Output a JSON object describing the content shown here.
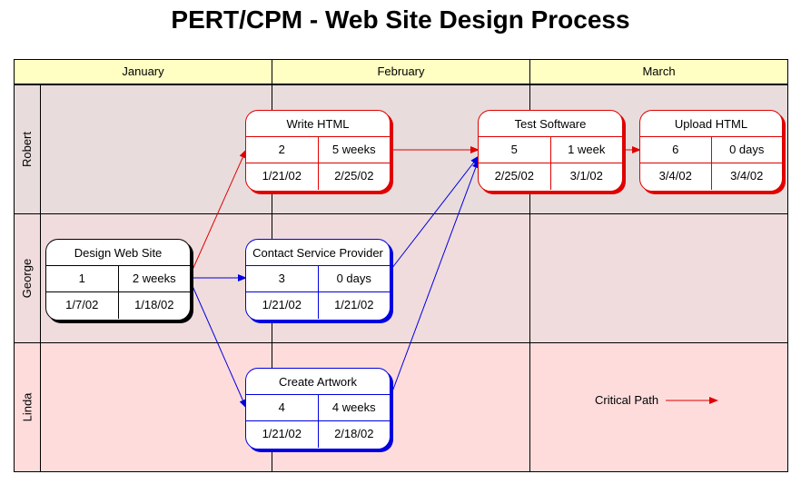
{
  "title": "PERT/CPM - Web Site Design Process",
  "months": [
    "January",
    "February",
    "March"
  ],
  "lanes": [
    {
      "label": "Robert",
      "color": "#e8dcdc"
    },
    {
      "label": "George",
      "color": "#f0dcdc"
    },
    {
      "label": "Linda",
      "color": "#ffdcdc"
    }
  ],
  "tasks": [
    {
      "name": "Design Web Site",
      "id": "1",
      "duration": "2 weeks",
      "start": "1/7/02",
      "finish": "1/18/02",
      "style": "black"
    },
    {
      "name": "Write HTML",
      "id": "2",
      "duration": "5 weeks",
      "start": "1/21/02",
      "finish": "2/25/02",
      "style": "red"
    },
    {
      "name": "Contact Service Provider",
      "id": "3",
      "duration": "0 days",
      "start": "1/21/02",
      "finish": "1/21/02",
      "style": "blue"
    },
    {
      "name": "Create Artwork",
      "id": "4",
      "duration": "4 weeks",
      "start": "1/21/02",
      "finish": "2/18/02",
      "style": "blue"
    },
    {
      "name": "Test Software",
      "id": "5",
      "duration": "1 week",
      "start": "2/25/02",
      "finish": "3/1/02",
      "style": "red"
    },
    {
      "name": "Upload HTML",
      "id": "6",
      "duration": "0 days",
      "start": "3/4/02",
      "finish": "3/4/02",
      "style": "red"
    }
  ],
  "links": [
    {
      "from": "1",
      "to": "2",
      "critical": true
    },
    {
      "from": "1",
      "to": "3",
      "critical": false
    },
    {
      "from": "1",
      "to": "4",
      "critical": false
    },
    {
      "from": "2",
      "to": "5",
      "critical": true
    },
    {
      "from": "3",
      "to": "5",
      "critical": false
    },
    {
      "from": "4",
      "to": "5",
      "critical": false
    },
    {
      "from": "5",
      "to": "6",
      "critical": true
    }
  ],
  "legend": {
    "label": "Critical Path",
    "color": "#e00000"
  },
  "colors": {
    "critical": "#e00000",
    "normal": "#0000e0"
  }
}
